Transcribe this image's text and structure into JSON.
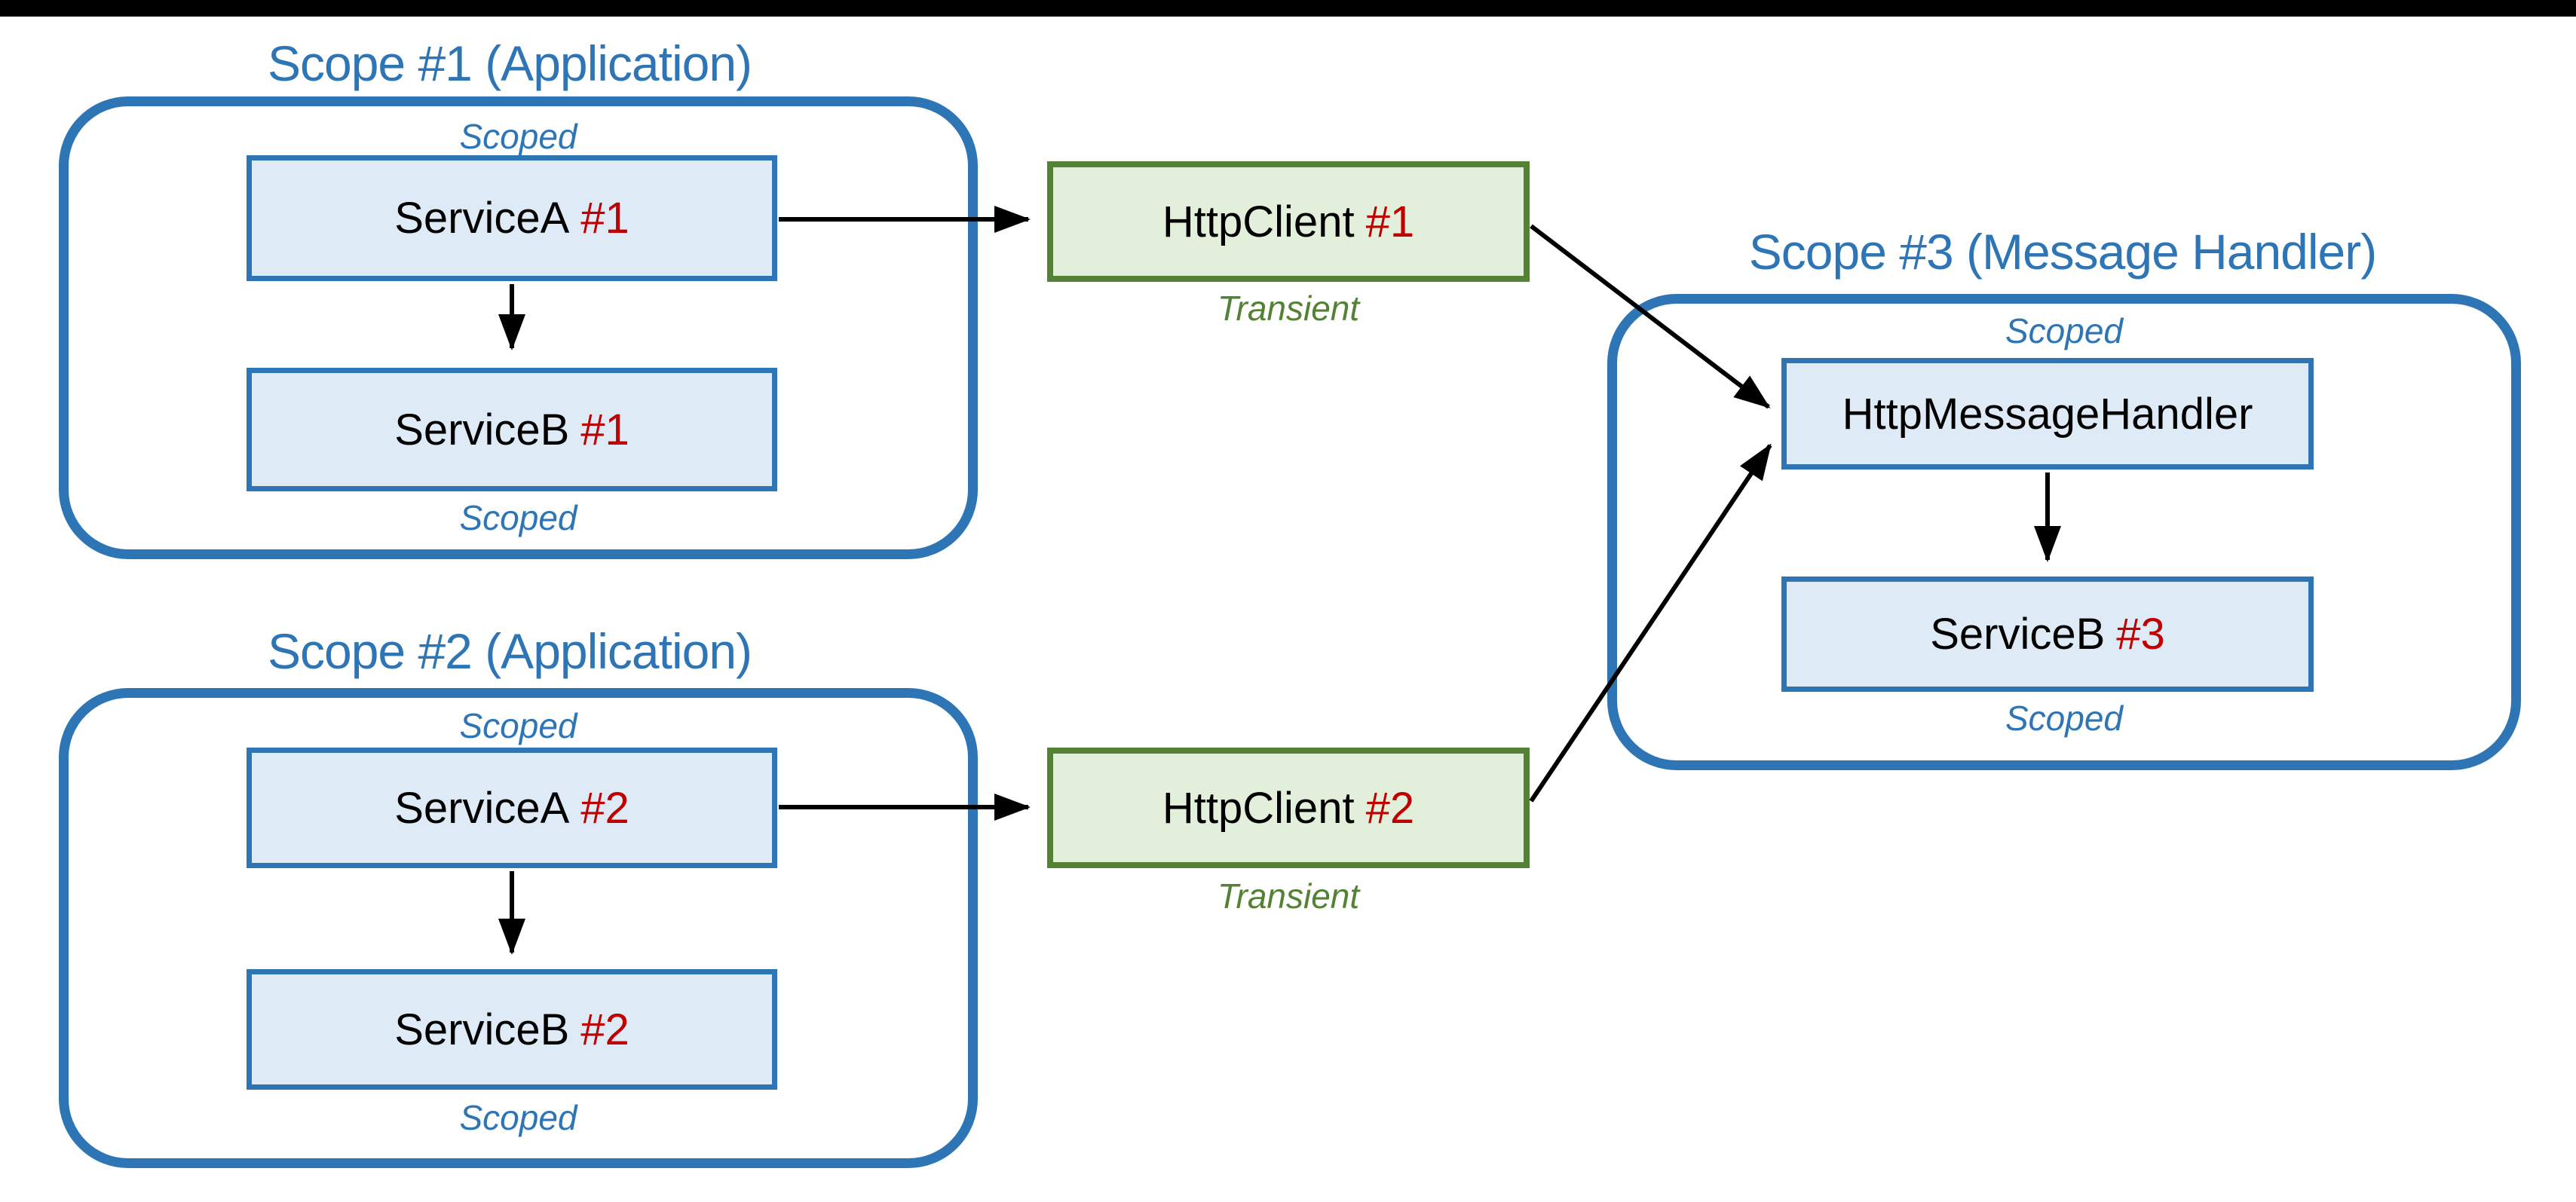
{
  "meta": {
    "colors": {
      "accent_blue": "#2E75B6",
      "node_blue_fill": "#DEEBF7",
      "green_border": "#548235",
      "green_fill": "#E2EFDA",
      "instance_red": "#C00000",
      "arrow_black": "#000000",
      "letterbox_black": "#000000"
    }
  },
  "scope1": {
    "title": "Scope #1 (Application)",
    "scoped_top": "Scoped",
    "scoped_bottom": "Scoped",
    "service_a": {
      "name": "ServiceA",
      "instance": "#1"
    },
    "service_b": {
      "name": "ServiceB",
      "instance": "#1"
    }
  },
  "scope2": {
    "title": "Scope #2 (Application)",
    "scoped_top": "Scoped",
    "scoped_bottom": "Scoped",
    "service_a": {
      "name": "ServiceA",
      "instance": "#2"
    },
    "service_b": {
      "name": "ServiceB",
      "instance": "#2"
    }
  },
  "scope3": {
    "title": "Scope #3 (Message Handler)",
    "scoped_top": "Scoped",
    "scoped_bottom": "Scoped",
    "handler": {
      "name": "HttpMessageHandler"
    },
    "service_b": {
      "name": "ServiceB",
      "instance": "#3"
    }
  },
  "http_client1": {
    "name": "HttpClient",
    "instance": "#1",
    "lifetime": "Transient"
  },
  "http_client2": {
    "name": "HttpClient",
    "instance": "#2",
    "lifetime": "Transient"
  },
  "edges": [
    {
      "from": "ServiceA #1",
      "to": "ServiceB #1"
    },
    {
      "from": "ServiceA #1",
      "to": "HttpClient #1"
    },
    {
      "from": "HttpClient #1",
      "to": "HttpMessageHandler"
    },
    {
      "from": "ServiceA #2",
      "to": "ServiceB #2"
    },
    {
      "from": "ServiceA #2",
      "to": "HttpClient #2"
    },
    {
      "from": "HttpClient #2",
      "to": "HttpMessageHandler"
    },
    {
      "from": "HttpMessageHandler",
      "to": "ServiceB #3"
    }
  ]
}
